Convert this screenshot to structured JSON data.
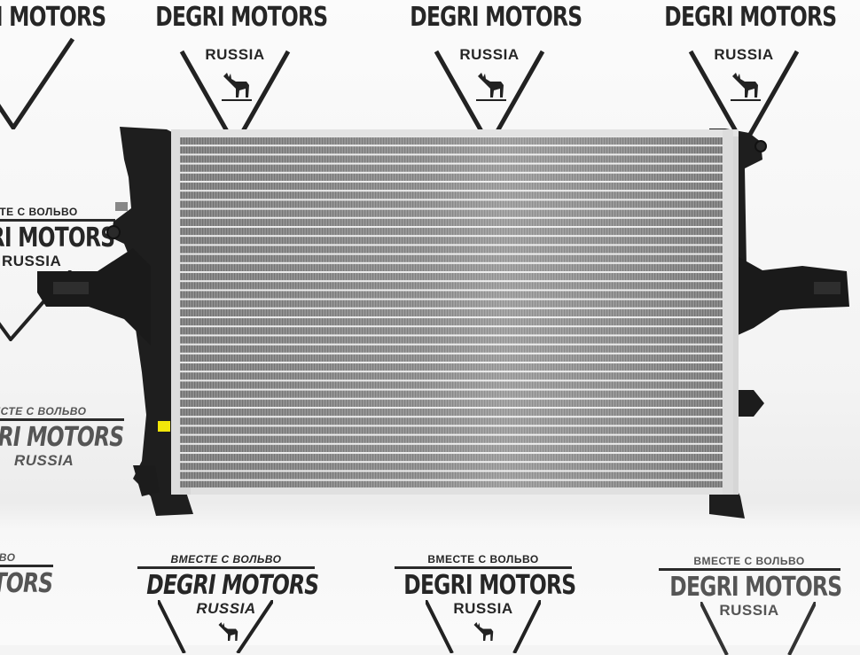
{
  "image": {
    "subject": "Car radiator product photo",
    "background_color": "#f4f4f4",
    "core_color": "#9a9a9a",
    "tank_color": "#1e1e1e",
    "frame_color": "#d8d8d8",
    "label_color": "#f2e60a"
  },
  "watermarks": {
    "top_label": "ВМЕСТЕ С ВОЛЬВО",
    "brand": "DEGRI MOTORS",
    "sub": "RUSSIA",
    "icon": "moose-icon"
  }
}
